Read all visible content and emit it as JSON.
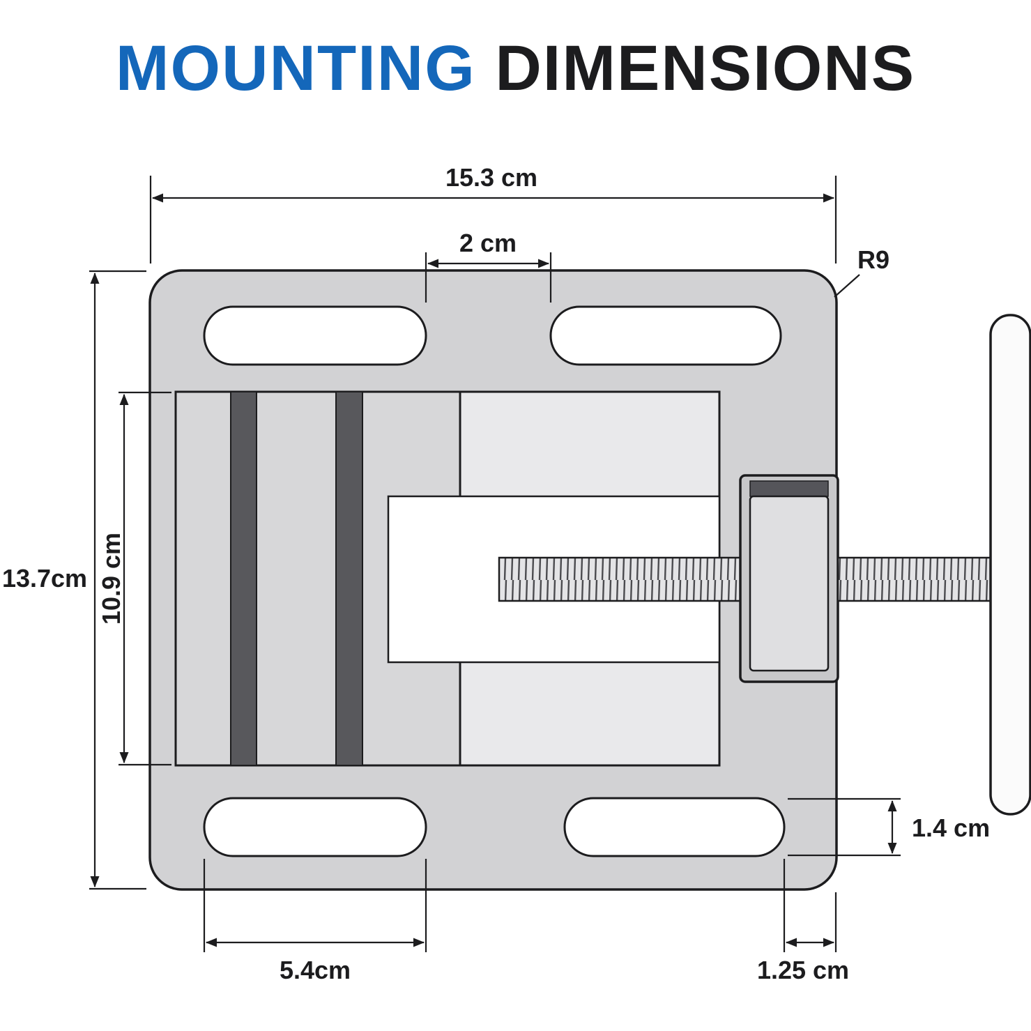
{
  "title": {
    "word_blue": "MOUNTING",
    "word_dark": "DIMENSIONS"
  },
  "labels": {
    "total_width": "15.3 cm",
    "slot_gap": "2 cm",
    "corner_radius": "R9",
    "total_height": "13.7cm",
    "inner_height": "10.9 cm",
    "slot_height": "1.4 cm",
    "slot_length": "5.4cm",
    "edge_offset": "1.25 cm"
  },
  "colors": {
    "accent_blue": "#1467ba",
    "ink": "#1c1c1e",
    "body_gray": "#d2d2d4",
    "ways_gray": "#e9e9eb",
    "jaw_dark": "#58585c",
    "slot_white": "#ffffff"
  }
}
